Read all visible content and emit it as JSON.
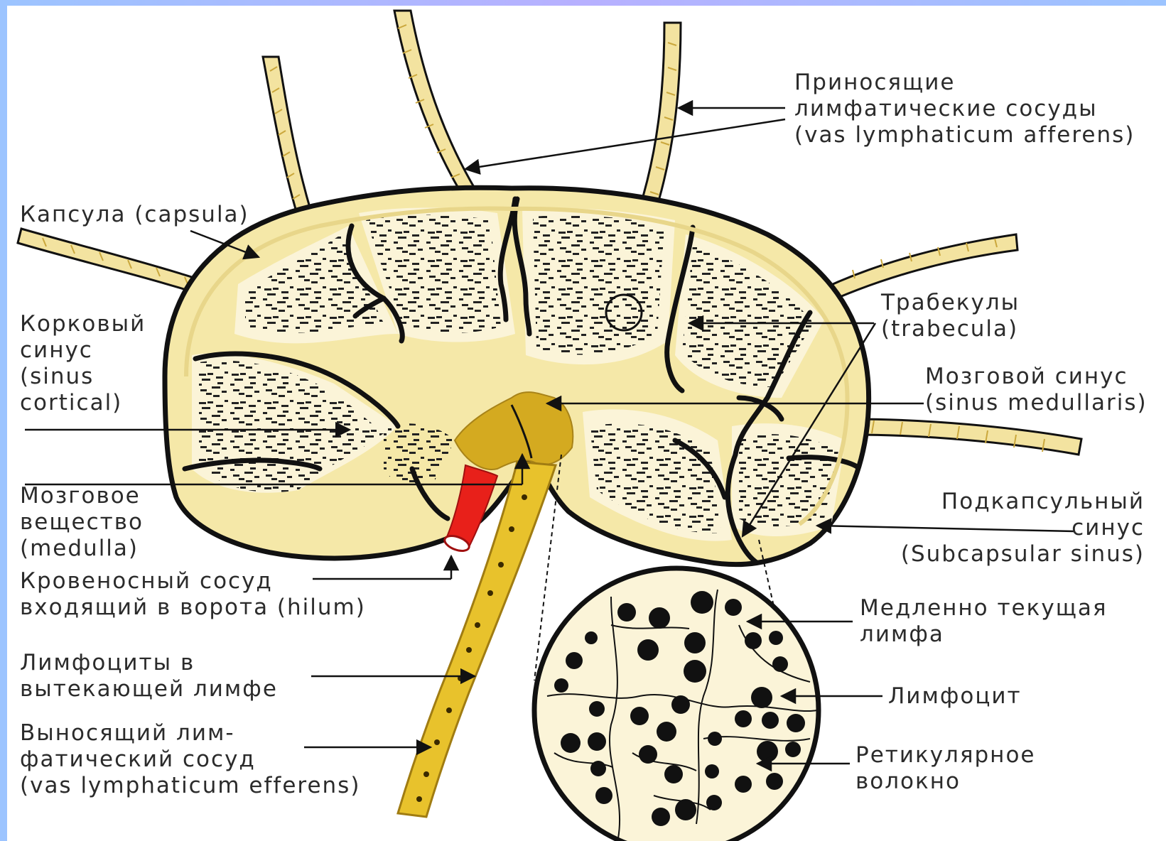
{
  "labels": {
    "afferent": "Приносящие\nлимфатические сосуды\n(vas lymphaticum afferens)",
    "capsule": "Капсула (capsula)",
    "cortical_sinus": "Корковый\nсинус\n(sinus\ncortical)",
    "trabecula": "Трабекулы\n(trabecula)",
    "medullary_sinus": "Мозговой синус\n(sinus medullaris)",
    "medulla": "Мозговое\nвещество\n(medulla)",
    "subcapsular_sinus": "Подкапсульный\nсинус\n(Subcapsular sinus)",
    "blood_vessel": "Кровеносный сосуд\nвходящий в ворота (hilum)",
    "slow_lymph": "Медленно текущая\nлимфа",
    "lymphocytes_efferent": "Лимфоциты в\nвытекающей лимфе",
    "lymphocyte": "Лимфоцит",
    "efferent": "Выносящий лим-\nфатический сосуд\n(vas lymphaticum efferens)",
    "reticular_fiber": "Ретикулярное\nволокно"
  },
  "colors": {
    "page_gradient": "#9cc4ff",
    "node_fill": "#f5e8a8",
    "node_pale": "#fbf4d8",
    "hilum": "#d4aa20",
    "vessel_fill": "#f3e3a0",
    "efferent_fill": "#e8c22c",
    "blood_vessel": "#e8201a",
    "outline": "#111111"
  },
  "icons": {
    "arrow": "arrow-icon"
  }
}
